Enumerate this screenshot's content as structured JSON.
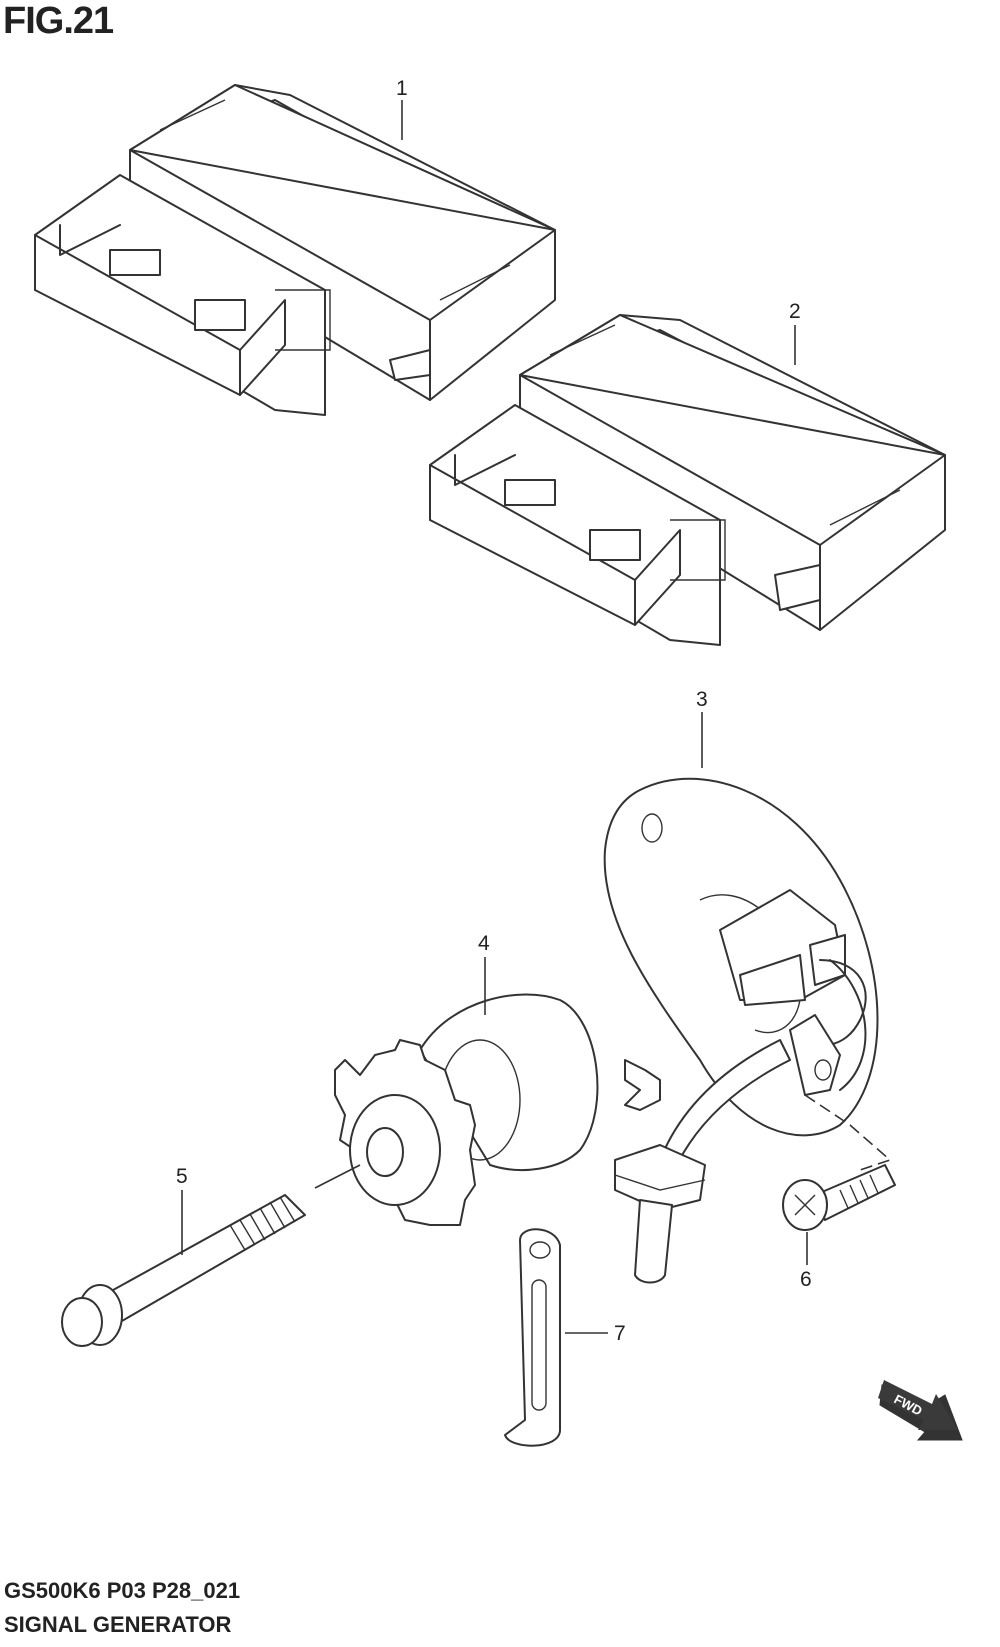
{
  "figure": {
    "title": "FIG.21",
    "code": "GS500K6 P03 P28_021",
    "name": "SIGNAL GENERATOR"
  },
  "callouts": {
    "c1": "1",
    "c2": "2",
    "c3": "3",
    "c4": "4",
    "c5": "5",
    "c6": "6",
    "c7": "7"
  },
  "fwd_label": "FWD"
}
